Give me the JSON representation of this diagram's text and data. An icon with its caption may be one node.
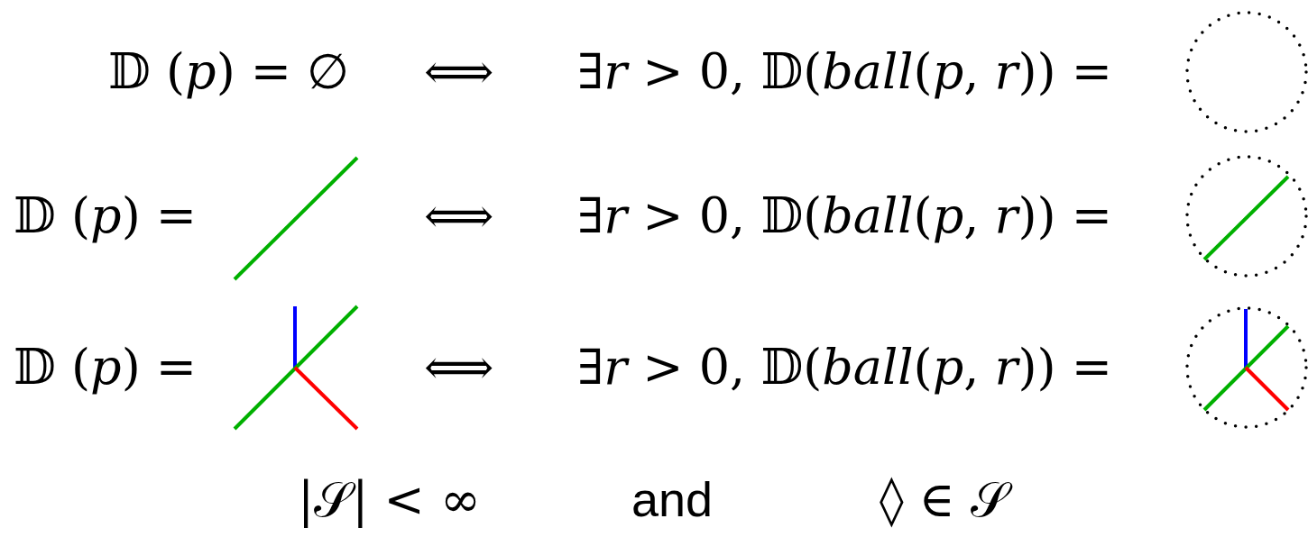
{
  "diagram": {
    "labels": [
      "𝔻 (*p*) = ∅",
      "⟺",
      "∃*r* > 0, 𝔻(*ball*(*p*, *r*)) =",
      "𝔻 (*p*) =",
      "⟺",
      "∃*r* > 0, 𝔻(*ball*(*p*, *r*)) =",
      "𝔻 (*p*) =",
      "⟺",
      "∃*r* > 0, 𝔻(*ball*(*p*, *r*)) =",
      "|𝒮| < ∞",
      "and",
      "◊ ∈ 𝒮"
    ]
  }
}
